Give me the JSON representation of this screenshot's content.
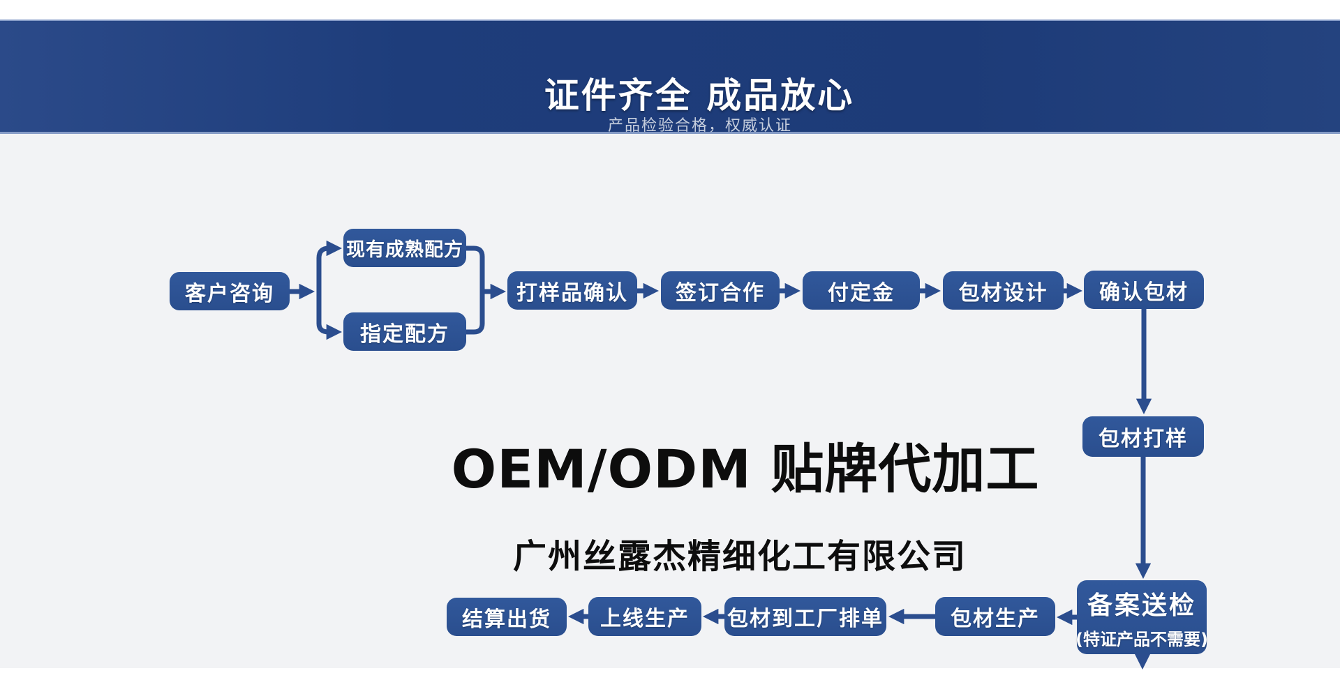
{
  "header": {
    "title": "证件齐全 成品放心",
    "subtitle": "产品检验合格，权威认证"
  },
  "center": {
    "title": "OEM/ODM 贴牌代加工",
    "company": "广州丝露杰精细化工有限公司"
  },
  "flow": {
    "nodes": [
      {
        "label": "客户咨询"
      },
      {
        "label": "现有成熟配方"
      },
      {
        "label": "指定配方"
      },
      {
        "label": "打样品确认"
      },
      {
        "label": "签订合作"
      },
      {
        "label": "付定金"
      },
      {
        "label": "包材设计"
      },
      {
        "label": "确认包材"
      },
      {
        "label": "包材打样"
      },
      {
        "label": "备案送检",
        "note": "(特证产品不需要)"
      },
      {
        "label": "包材生产"
      },
      {
        "label": "包材到工厂排单"
      },
      {
        "label": "上线生产"
      },
      {
        "label": "结算出货"
      }
    ]
  },
  "colors": {
    "band_blue": "#1e3d7b",
    "node_blue": "#2d5191",
    "connector_blue": "#2b4d8e",
    "canvas_gray": "#f2f3f5",
    "title_black": "#0d0d0d"
  }
}
